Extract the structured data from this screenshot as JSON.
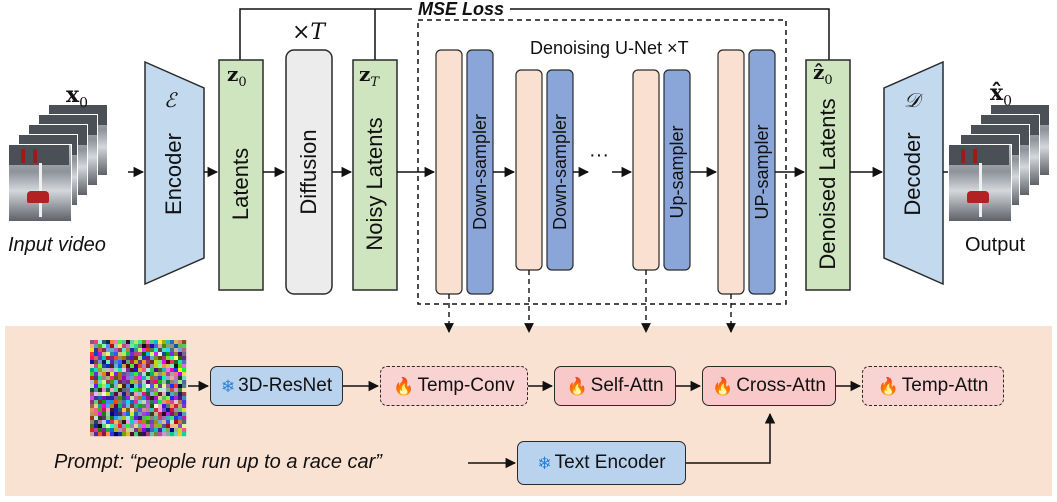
{
  "loss": {
    "label": "MSE Loss"
  },
  "input": {
    "symbol": "x",
    "subscript": "0",
    "caption": "Input video"
  },
  "encoder": {
    "symbol": "ℰ",
    "label": "Encoder"
  },
  "latents": {
    "symbol": "z",
    "subscript": "0",
    "label": "Latents"
  },
  "diffusion": {
    "times": "×T",
    "label": "Diffusion"
  },
  "noisy": {
    "symbol": "z",
    "subscript": "T",
    "label": "Noisy Latents"
  },
  "unet": {
    "title": "Denoising U-Net ×T",
    "blocks": [
      "Down-sampler",
      "Down-sampler",
      "Up-sampler",
      "UP-sampler"
    ],
    "ellipsis": "···"
  },
  "denoised": {
    "symbol": "ẑ",
    "subscript": "0",
    "label": "Denoised Latents"
  },
  "decoder": {
    "symbol": "𝒟",
    "label": "Decoder"
  },
  "output": {
    "symbol": "x̂",
    "subscript": "0",
    "caption": "Output"
  },
  "detail": {
    "modules": {
      "resnet": "3D-ResNet",
      "tempconv": "Temp-Conv",
      "selfattn": "Self-Attn",
      "crossattn": "Cross-Attn",
      "tempattn": "Temp-Attn",
      "textenc": "Text Encoder"
    },
    "prompt": "Prompt: “people run up to a race car”"
  },
  "icons": {
    "frozen": "snowflake-icon",
    "trainable": "flame-icon"
  },
  "colors": {
    "encoder_fill": "#c2d9ee",
    "latent_fill": "#cfe5bf",
    "diffusion_fill": "#ececec",
    "unet_pink": "#f9e0d0",
    "unet_blue": "#8aa6d8",
    "detail_bg": "#fae2d2",
    "module_blue": "#b9d2ee",
    "module_red": "#f9c9c9"
  }
}
